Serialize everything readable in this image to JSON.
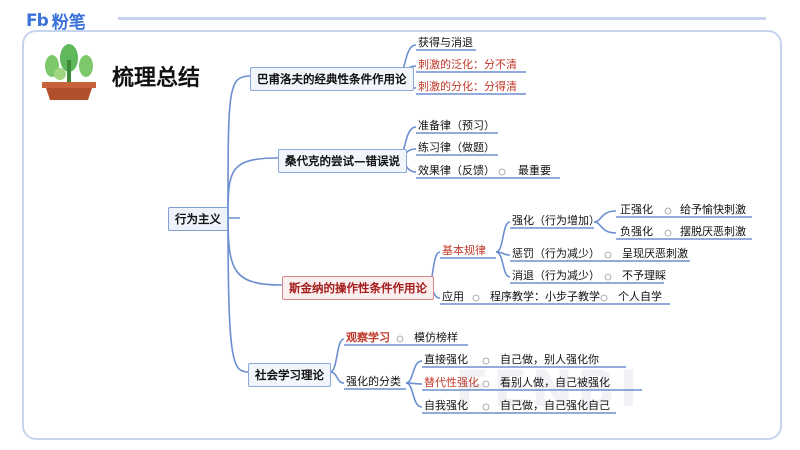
{
  "brand": {
    "logo": "Fb",
    "name": "粉笔"
  },
  "title": "梳理总结",
  "watermark": "FENBI",
  "root": "行为主义",
  "b1": {
    "label": "巴甫洛夫的经典性条件作用论",
    "items": [
      "获得与消退",
      "刺激的泛化：分不清",
      "刺激的分化：分得清"
    ]
  },
  "b2": {
    "label": "桑代克的尝试—错误说",
    "items": [
      "准备律（预习）",
      "练习律（做题）",
      "效果律（反馈）"
    ],
    "note": "最重要"
  },
  "b3": {
    "label": "斯金纳的操作性条件作用论",
    "basic": "基本规律",
    "reinforce": "强化（行为增加）",
    "pos": "正强化",
    "pos_desc": "给予愉快刺激",
    "neg": "负强化",
    "neg_desc": "摆脱厌恶刺激",
    "punish": "惩罚（行为减少）",
    "punish_desc": "呈现厌恶刺激",
    "extinct": "消退（行为减少）",
    "extinct_desc": "不予理睬",
    "apply": "应用",
    "program": "程序教学：小步子教学",
    "self": "个人自学"
  },
  "b4": {
    "label": "社会学习理论",
    "observe": "观察学习",
    "model": "模仿榜样",
    "types": "强化的分类",
    "direct": "直接强化",
    "direct_desc": "自己做，别人强化你",
    "vicar": "替代性强化",
    "vicar_desc": "看别人做，自己被强化",
    "self": "自我强化",
    "self_desc": "自己做，自己强化自己"
  },
  "colors": {
    "accent": "#3b73d9",
    "red": "#c0392b",
    "line": "#6b8fd0"
  }
}
